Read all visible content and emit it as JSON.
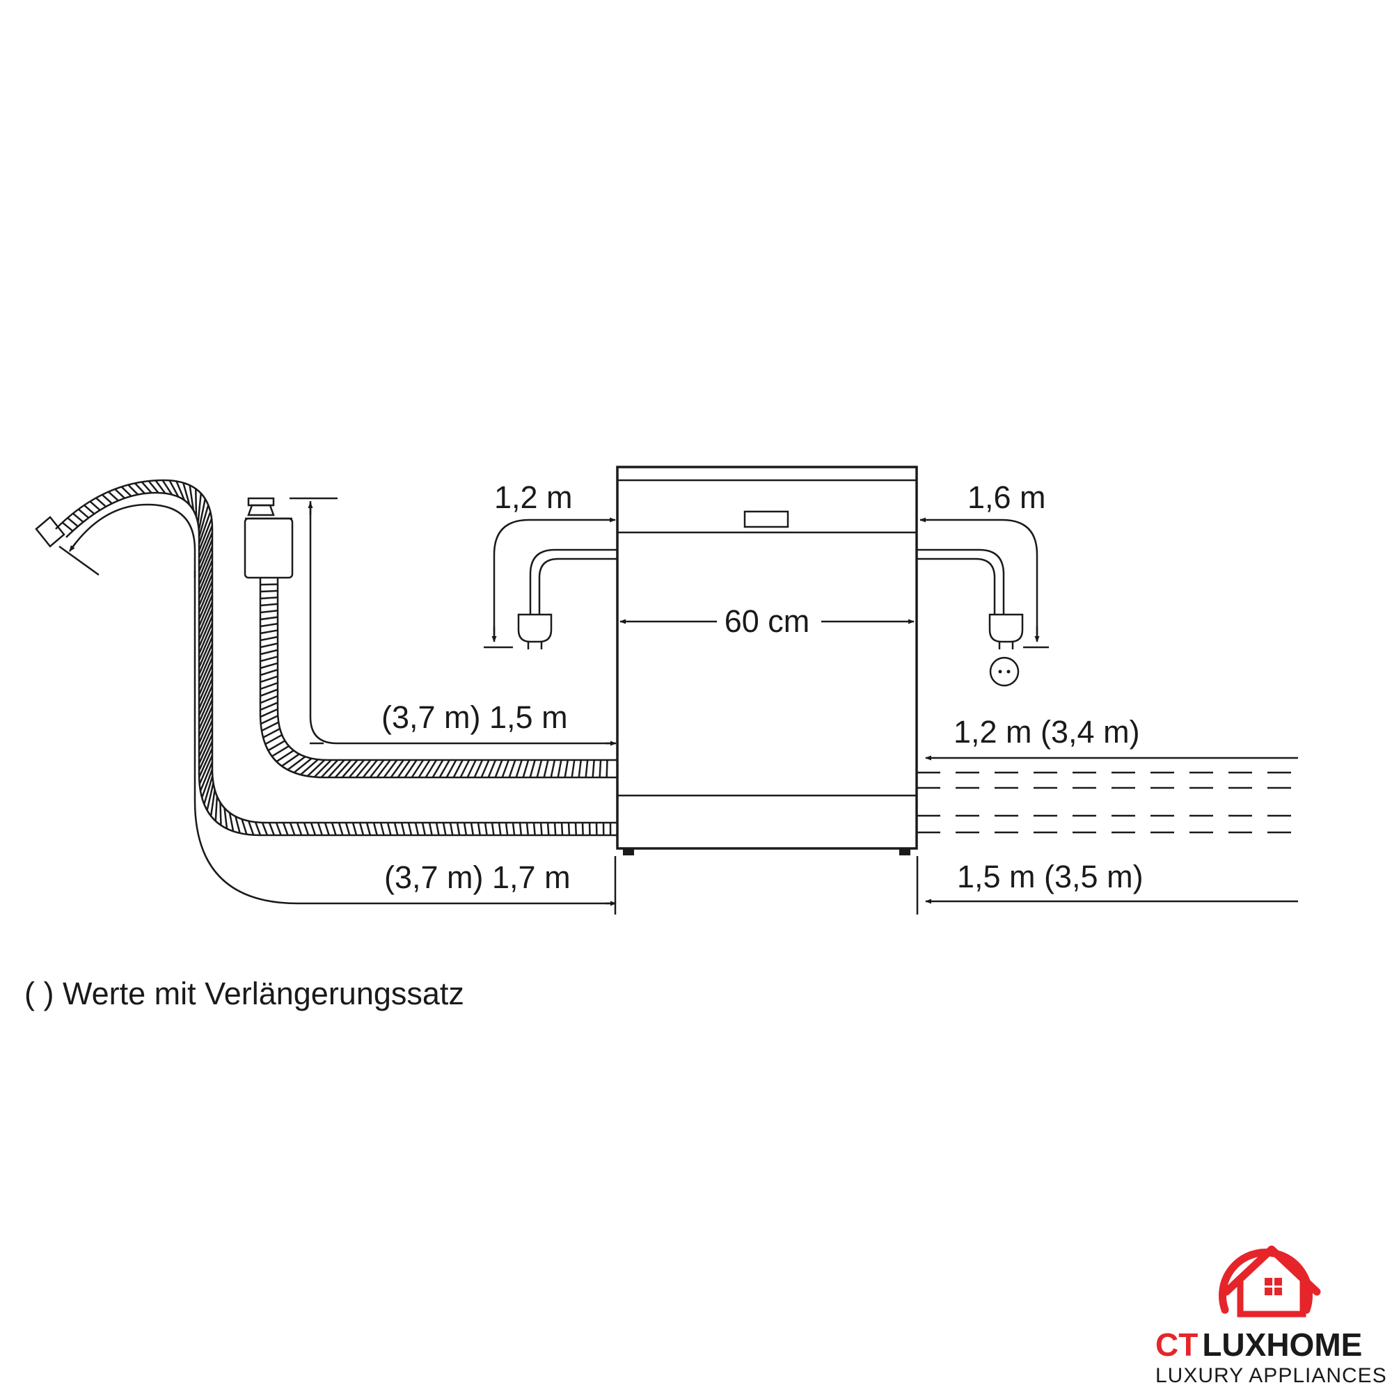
{
  "diagram": {
    "labels": {
      "power_left": "1,2 m",
      "power_right": "1,6 m",
      "width": "60 cm",
      "inlet_left": "(3,7 m) 1,5 m",
      "drain_left": "(3,7 m) 1,7 m",
      "inlet_right": "1,2 m (3,4 m)",
      "drain_right": "1,5 m (3,5 m)"
    },
    "footnote": "( ) Werte mit Verlängerungssatz"
  },
  "logo": {
    "brand_dark": "CT",
    "brand_red": "LUXHOME",
    "tagline": "LUXURY APPLIANCES",
    "colors": {
      "red": "#e5252a",
      "dark": "#1a1a1a"
    }
  }
}
